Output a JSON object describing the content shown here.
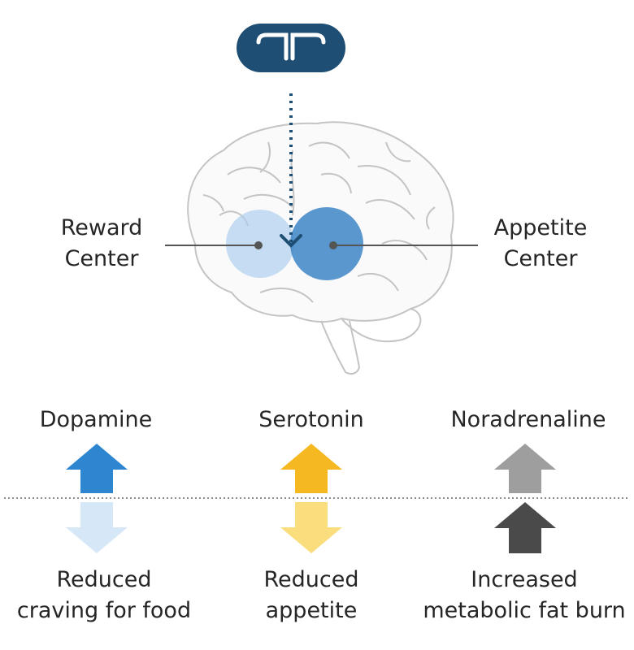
{
  "brain_labels": {
    "reward": [
      "Reward",
      "Center"
    ],
    "appetite": [
      "Appetite",
      "Center"
    ]
  },
  "neurotransmitters": [
    {
      "name": "Dopamine",
      "effect": [
        "Reduced",
        "craving for food"
      ],
      "up_color": "#2E86D1",
      "down_color": "#D6E7F7"
    },
    {
      "name": "Serotonin",
      "effect": [
        "Reduced",
        "appetite"
      ],
      "up_color": "#F6B820",
      "down_color": "#FADE7E"
    },
    {
      "name": "Noradrenaline",
      "effect": [
        "Increased",
        "metabolic fat burn"
      ],
      "up_color": "#9E9E9E",
      "down_color": "#4A4A4A"
    }
  ],
  "colors": {
    "pill": "#1E4E73",
    "reward_zone": "#A9CDEE",
    "appetite_zone": "#3D85C6",
    "brain_outline": "#BDBDBD",
    "pointer_line": "#555555"
  }
}
